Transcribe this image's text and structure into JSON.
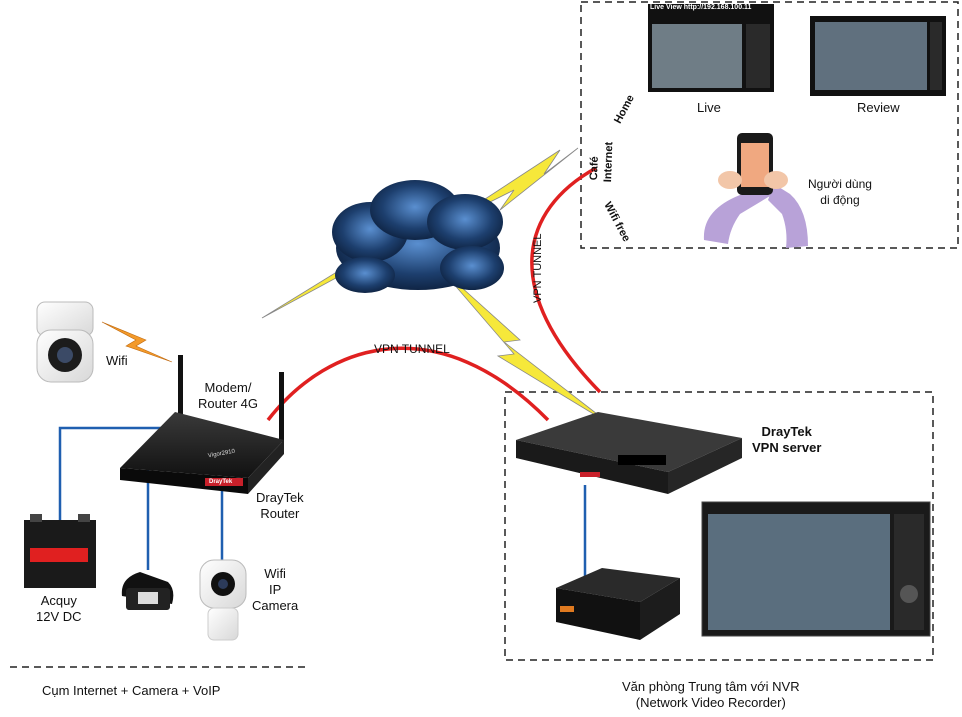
{
  "labels": {
    "wifi": "Wifi",
    "modem_router": [
      "Modem/",
      "Router 4G"
    ],
    "draytek_router": [
      "DrayTek",
      "Router"
    ],
    "wifi_ip_camera": [
      "Wifi",
      "IP",
      "Camera"
    ],
    "battery": [
      "Acquy",
      "12V DC"
    ],
    "vpn_tunnel_left": "VPN TUNNEL",
    "vpn_tunnel_right": "VPN TUNNEL",
    "vpn_server": [
      "DrayTek",
      "VPN server"
    ],
    "live": "Live",
    "review": "Review",
    "mobile_user": [
      "Người dùng",
      "di động"
    ],
    "home": "Home",
    "cafe": "Café",
    "internet": "Internet",
    "wifi_free": "Wifi free",
    "group_left": "Cụm Internet + Camera + VoIP",
    "office": [
      "Văn phòng Trung tâm với NVR",
      "(Network Video Recorder)"
    ],
    "live_view_title": "Live View",
    "live_view_url": "http://192.168.100.11",
    "router_brand": "Vigor2910",
    "router_logo": "DrayTek"
  },
  "colors": {
    "vpn_tunnel": "#e02020",
    "lightning": "#f6e83a",
    "lan_cable": "#1f5fb0",
    "wifi_signal": "#f39a2a",
    "cloud": "#1d3f6e"
  }
}
